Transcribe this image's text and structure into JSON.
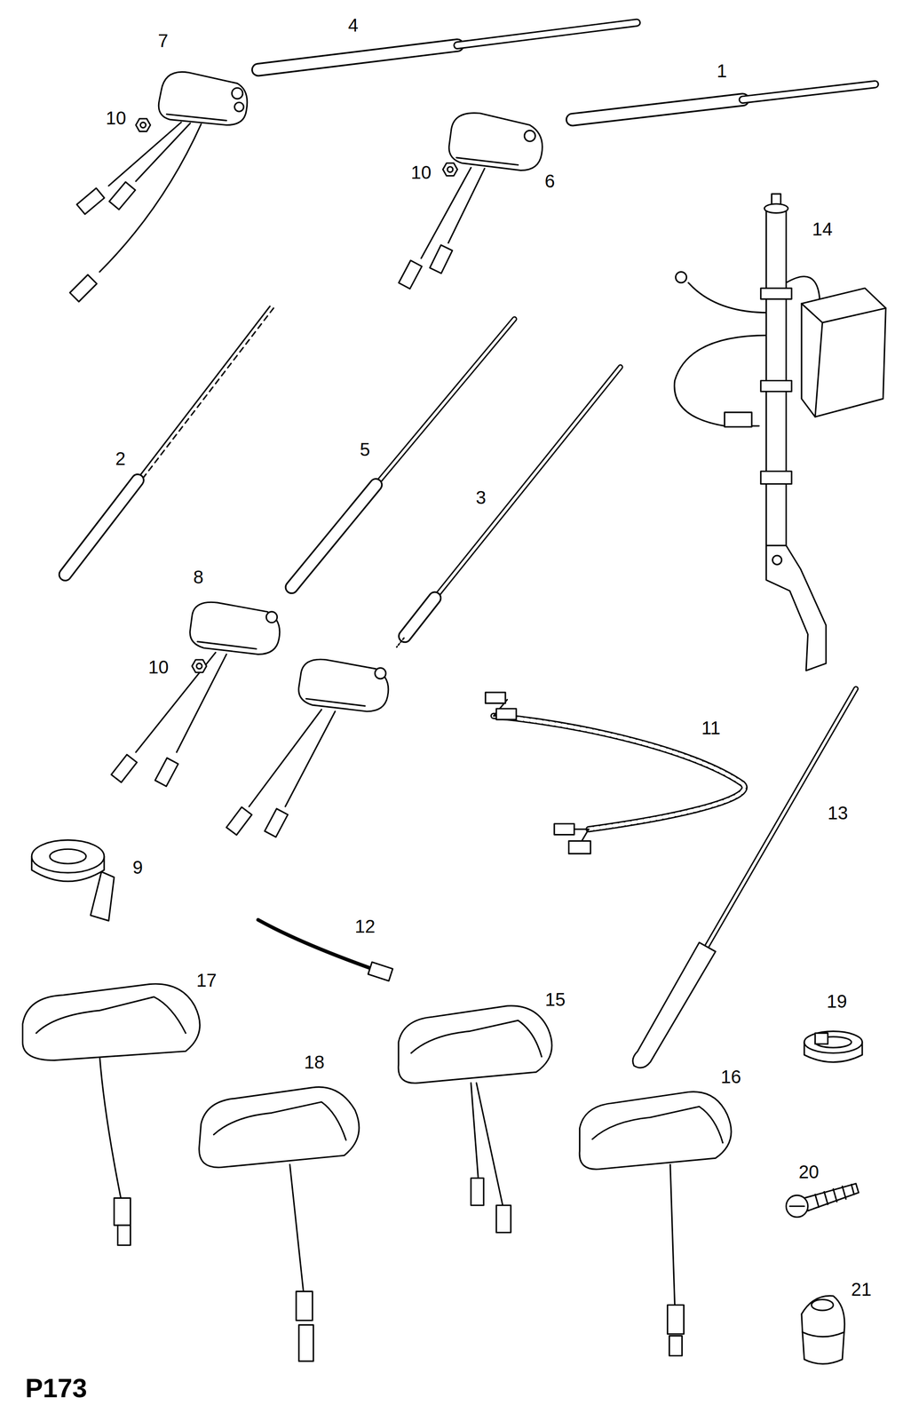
{
  "diagram": {
    "labels": [
      "7",
      "4",
      "1",
      "10",
      "10",
      "6",
      "14",
      "2",
      "5",
      "3",
      "8",
      "10",
      "11",
      "13",
      "9",
      "12",
      "17",
      "15",
      "19",
      "18",
      "16",
      "20",
      "21",
      "P173"
    ]
  }
}
